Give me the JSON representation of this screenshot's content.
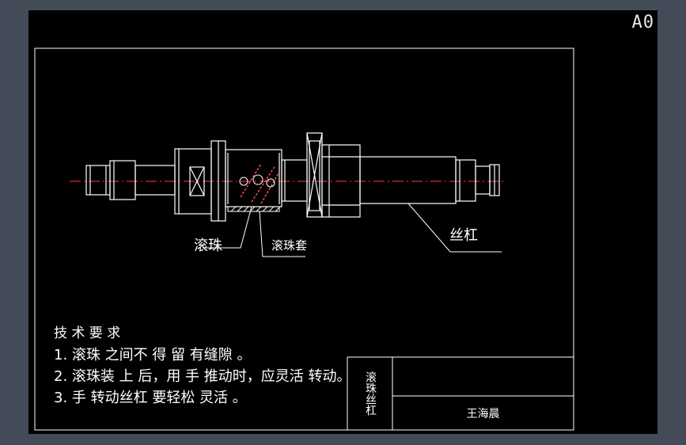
{
  "sheet": {
    "size_label": "A0"
  },
  "colors": {
    "background": "#444b58",
    "canvas": "#000000",
    "lines": "#ffffff",
    "centerline": "#ff3b3b",
    "balls": "#ff4a4a"
  },
  "part_labels": {
    "ball": "滚珠",
    "ball_sleeve": "滚珠套",
    "lead_screw": "丝杠"
  },
  "technical_requirements": {
    "title": "技 术 要 求",
    "items": [
      "1. 滚珠 之间不 得 留 有缝隙 。",
      "2. 滚珠装 上 后，用 手 推动时，应灵活 转动。",
      "3. 手 转动丝杠 要轻松 灵活 。"
    ]
  },
  "title_block": {
    "part_name": "滚珠丝杠",
    "author": "王海晨"
  }
}
